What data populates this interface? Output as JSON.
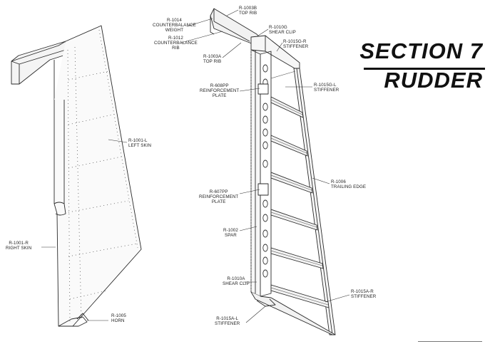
{
  "section": {
    "line1": "SECTION 7",
    "line2": "RUDDER"
  },
  "callouts": {
    "r1003b": {
      "part": "R-1003B",
      "name": "TOP RIB"
    },
    "r1014": {
      "part": "R-1014",
      "name1": "COUNTERBALANCE",
      "name2": "WEIGHT"
    },
    "r1010g": {
      "part": "R-1010G",
      "name": "SHEAR CLIP"
    },
    "r1012": {
      "part": "R-1012",
      "name1": "COUNTERBALANCE",
      "name2": "RIB"
    },
    "r1015gr": {
      "part": "R-1015G-R",
      "name": "STIFFENER"
    },
    "r1003a": {
      "part": "R-1003A",
      "name": "TOP RIB"
    },
    "r608pp": {
      "part": "R-608PP",
      "name1": "REINFORCEMENT",
      "name2": "PLATE"
    },
    "r1015gl": {
      "part": "R-1015G-L",
      "name": "STIFFENER"
    },
    "r1001l": {
      "part": "R-1001-L",
      "name": "LEFT SKIN"
    },
    "r1006": {
      "part": "R-1006",
      "name": "TRAILING EDGE"
    },
    "r607pp": {
      "part": "R-607PP",
      "name1": "REINFORCEMENT",
      "name2": "PLATE"
    },
    "r1002": {
      "part": "R-1002",
      "name": "SPAR"
    },
    "r1001r": {
      "part": "R-1001-R",
      "name": "RIGHT SKIN"
    },
    "r1010a": {
      "part": "R-1010A",
      "name": "SHEAR CLIP"
    },
    "r1015ar": {
      "part": "R-1015A-R",
      "name": "STIFFENER"
    },
    "r1005": {
      "part": "R-1005",
      "name": "HORN"
    },
    "r1015al": {
      "part": "R-1015A-L",
      "name": "STIFFENER"
    }
  }
}
